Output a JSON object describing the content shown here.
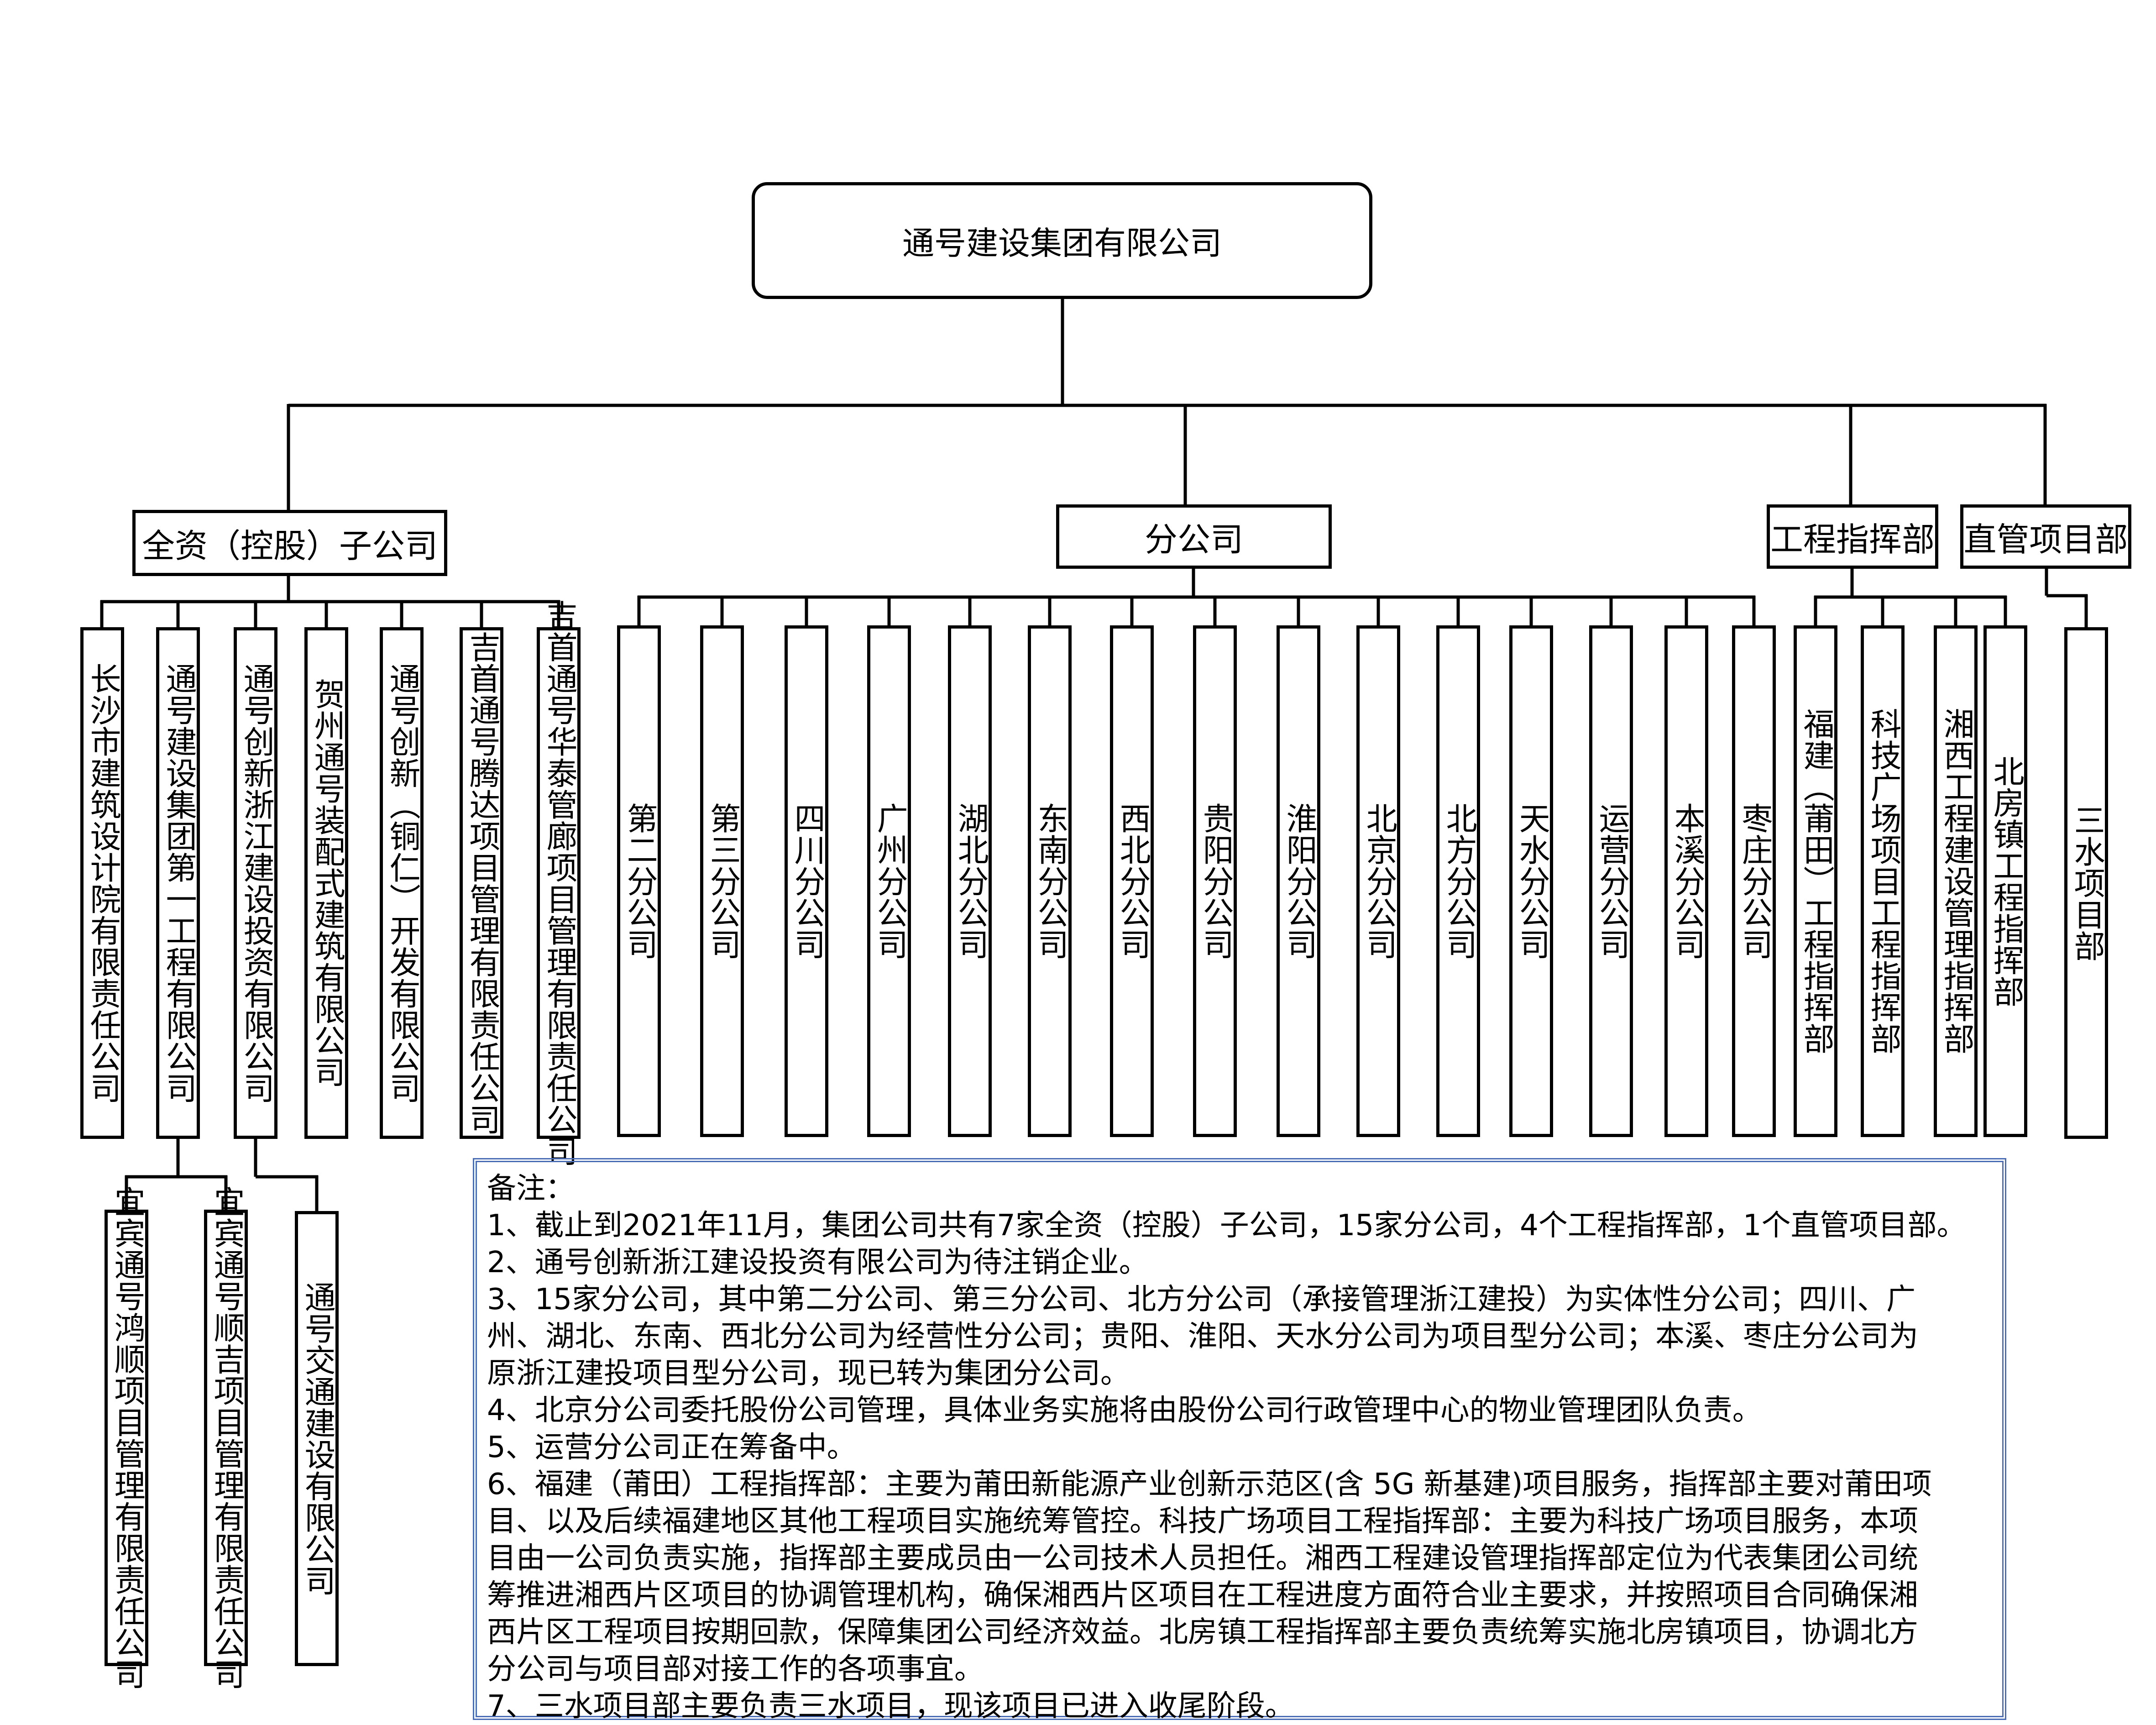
{
  "root": "通号建设集团有限公司",
  "groups": {
    "subsidiaries": "全资（控股）子公司",
    "branches": "分公司",
    "commands": "工程指挥部",
    "direct": "直管项目部"
  },
  "subsidiaries": [
    "长沙市建筑设计院有限责任公司",
    "通号建设集团第一工程有限公司",
    "通号创新浙江建设投资有限公司",
    "贺州通号装配式建筑有限公司",
    "通号创新（铜仁）开发有限公司",
    "吉首通号腾达项目管理有限责任公司",
    "吉首通号华泰管廊项目管理有限责任公司"
  ],
  "second_level": [
    "宜宾通号鸿顺项目管理有限责任公司",
    "宜宾通号顺吉项目管理有限责任公司",
    "通号交通建设有限公司"
  ],
  "branches": [
    "第二分公司",
    "第三分公司",
    "四川分公司",
    "广州分公司",
    "湖北分公司",
    "东南分公司",
    "西北分公司",
    "贵阳分公司",
    "淮阳分公司",
    "北京分公司",
    "北方分公司",
    "天水分公司",
    "运营分公司",
    "本溪分公司",
    "枣庄分公司"
  ],
  "commands": [
    "福建（莆田）工程指挥部",
    "科技广场项目工程指挥部",
    "湘西工程建设管理指挥部",
    "北房镇工程指挥部"
  ],
  "direct": [
    "三水项目部"
  ],
  "notes": [
    "备注：",
    "1、截止到2021年11月，集团公司共有7家全资（控股）子公司，15家分公司，4个工程指挥部，1个直管项目部。",
    "2、通号创新浙江建设投资有限公司为待注销企业。",
    "3、15家分公司，其中第二分公司、第三分公司、北方分公司（承接管理浙江建投）为实体性分公司；四川、广",
    "州、湖北、东南、西北分公司为经营性分公司；贵阳、淮阳、天水分公司为项目型分公司；本溪、枣庄分公司为",
    "原浙江建投项目型分公司，现已转为集团分公司。",
    "4、北京分公司委托股份公司管理，具体业务实施将由股份公司行政管理中心的物业管理团队负责。",
    "5、运营分公司正在筹备中。",
    "6、福建（莆田）工程指挥部：主要为莆田新能源产业创新示范区(含 5G 新基建)项目服务，指挥部主要对莆田项",
    "目、以及后续福建地区其他工程项目实施统筹管控。科技广场项目工程指挥部：主要为科技广场项目服务，本项",
    "目由一公司负责实施，指挥部主要成员由一公司技术人员担任。湘西工程建设管理指挥部定位为代表集团公司统",
    "筹推进湘西片区项目的协调管理机构，确保湘西片区项目在工程进度方面符合业主要求，并按照项目合同确保湘",
    "西片区工程项目按期回款，保障集团公司经济效益。北房镇工程指挥部主要负责统筹实施北房镇项目，协调北方",
    "分公司与项目部对接工作的各项事宜。",
    "7、三水项目部主要负责三水项目，现该项目已进入收尾阶段。"
  ],
  "colors": {
    "line": "#000000",
    "notes_border": "#4a6db5"
  }
}
